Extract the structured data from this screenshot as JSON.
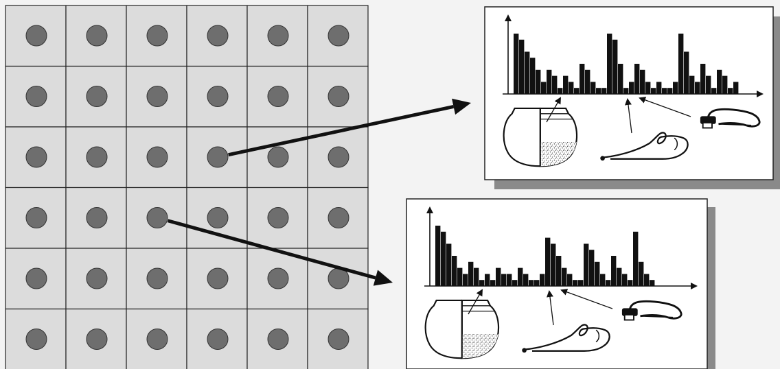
{
  "grid": {
    "rows": 6,
    "cols": 6
  },
  "colors": {
    "background": "#f3f3f3",
    "cell_fill": "#dcdcdc",
    "cell_border": "#222222",
    "dot_fill": "#6e6e6e",
    "dot_border": "#333333",
    "panel_fill": "#ffffff",
    "panel_border": "#222222",
    "panel_shadow": "#8a8a8a",
    "bar_fill": "#111111",
    "arrow": "#111111"
  },
  "panels": [
    {
      "name": "panel-top",
      "source_cell": {
        "row": 2,
        "col": 3
      },
      "bars": [
        10,
        9,
        7,
        6,
        4,
        2,
        4,
        3,
        1,
        3,
        2,
        1,
        5,
        4,
        2,
        1,
        1,
        10,
        9,
        5,
        1,
        2,
        5,
        4,
        2,
        1,
        2,
        1,
        1,
        2,
        10,
        7,
        3,
        2,
        5,
        3,
        1,
        4,
        3,
        1,
        2
      ]
    },
    {
      "name": "panel-bottom",
      "source_cell": {
        "row": 3,
        "col": 2
      },
      "bars": [
        10,
        9,
        7,
        5,
        3,
        2,
        4,
        3,
        1,
        2,
        1,
        3,
        2,
        2,
        1,
        3,
        2,
        1,
        1,
        2,
        8,
        7,
        5,
        3,
        2,
        1,
        1,
        7,
        6,
        4,
        2,
        1,
        5,
        3,
        2,
        1,
        9,
        4,
        2,
        1
      ]
    }
  ],
  "artifacts": [
    "pot-icon",
    "fibula-bow-icon",
    "fibula-spring-icon"
  ]
}
